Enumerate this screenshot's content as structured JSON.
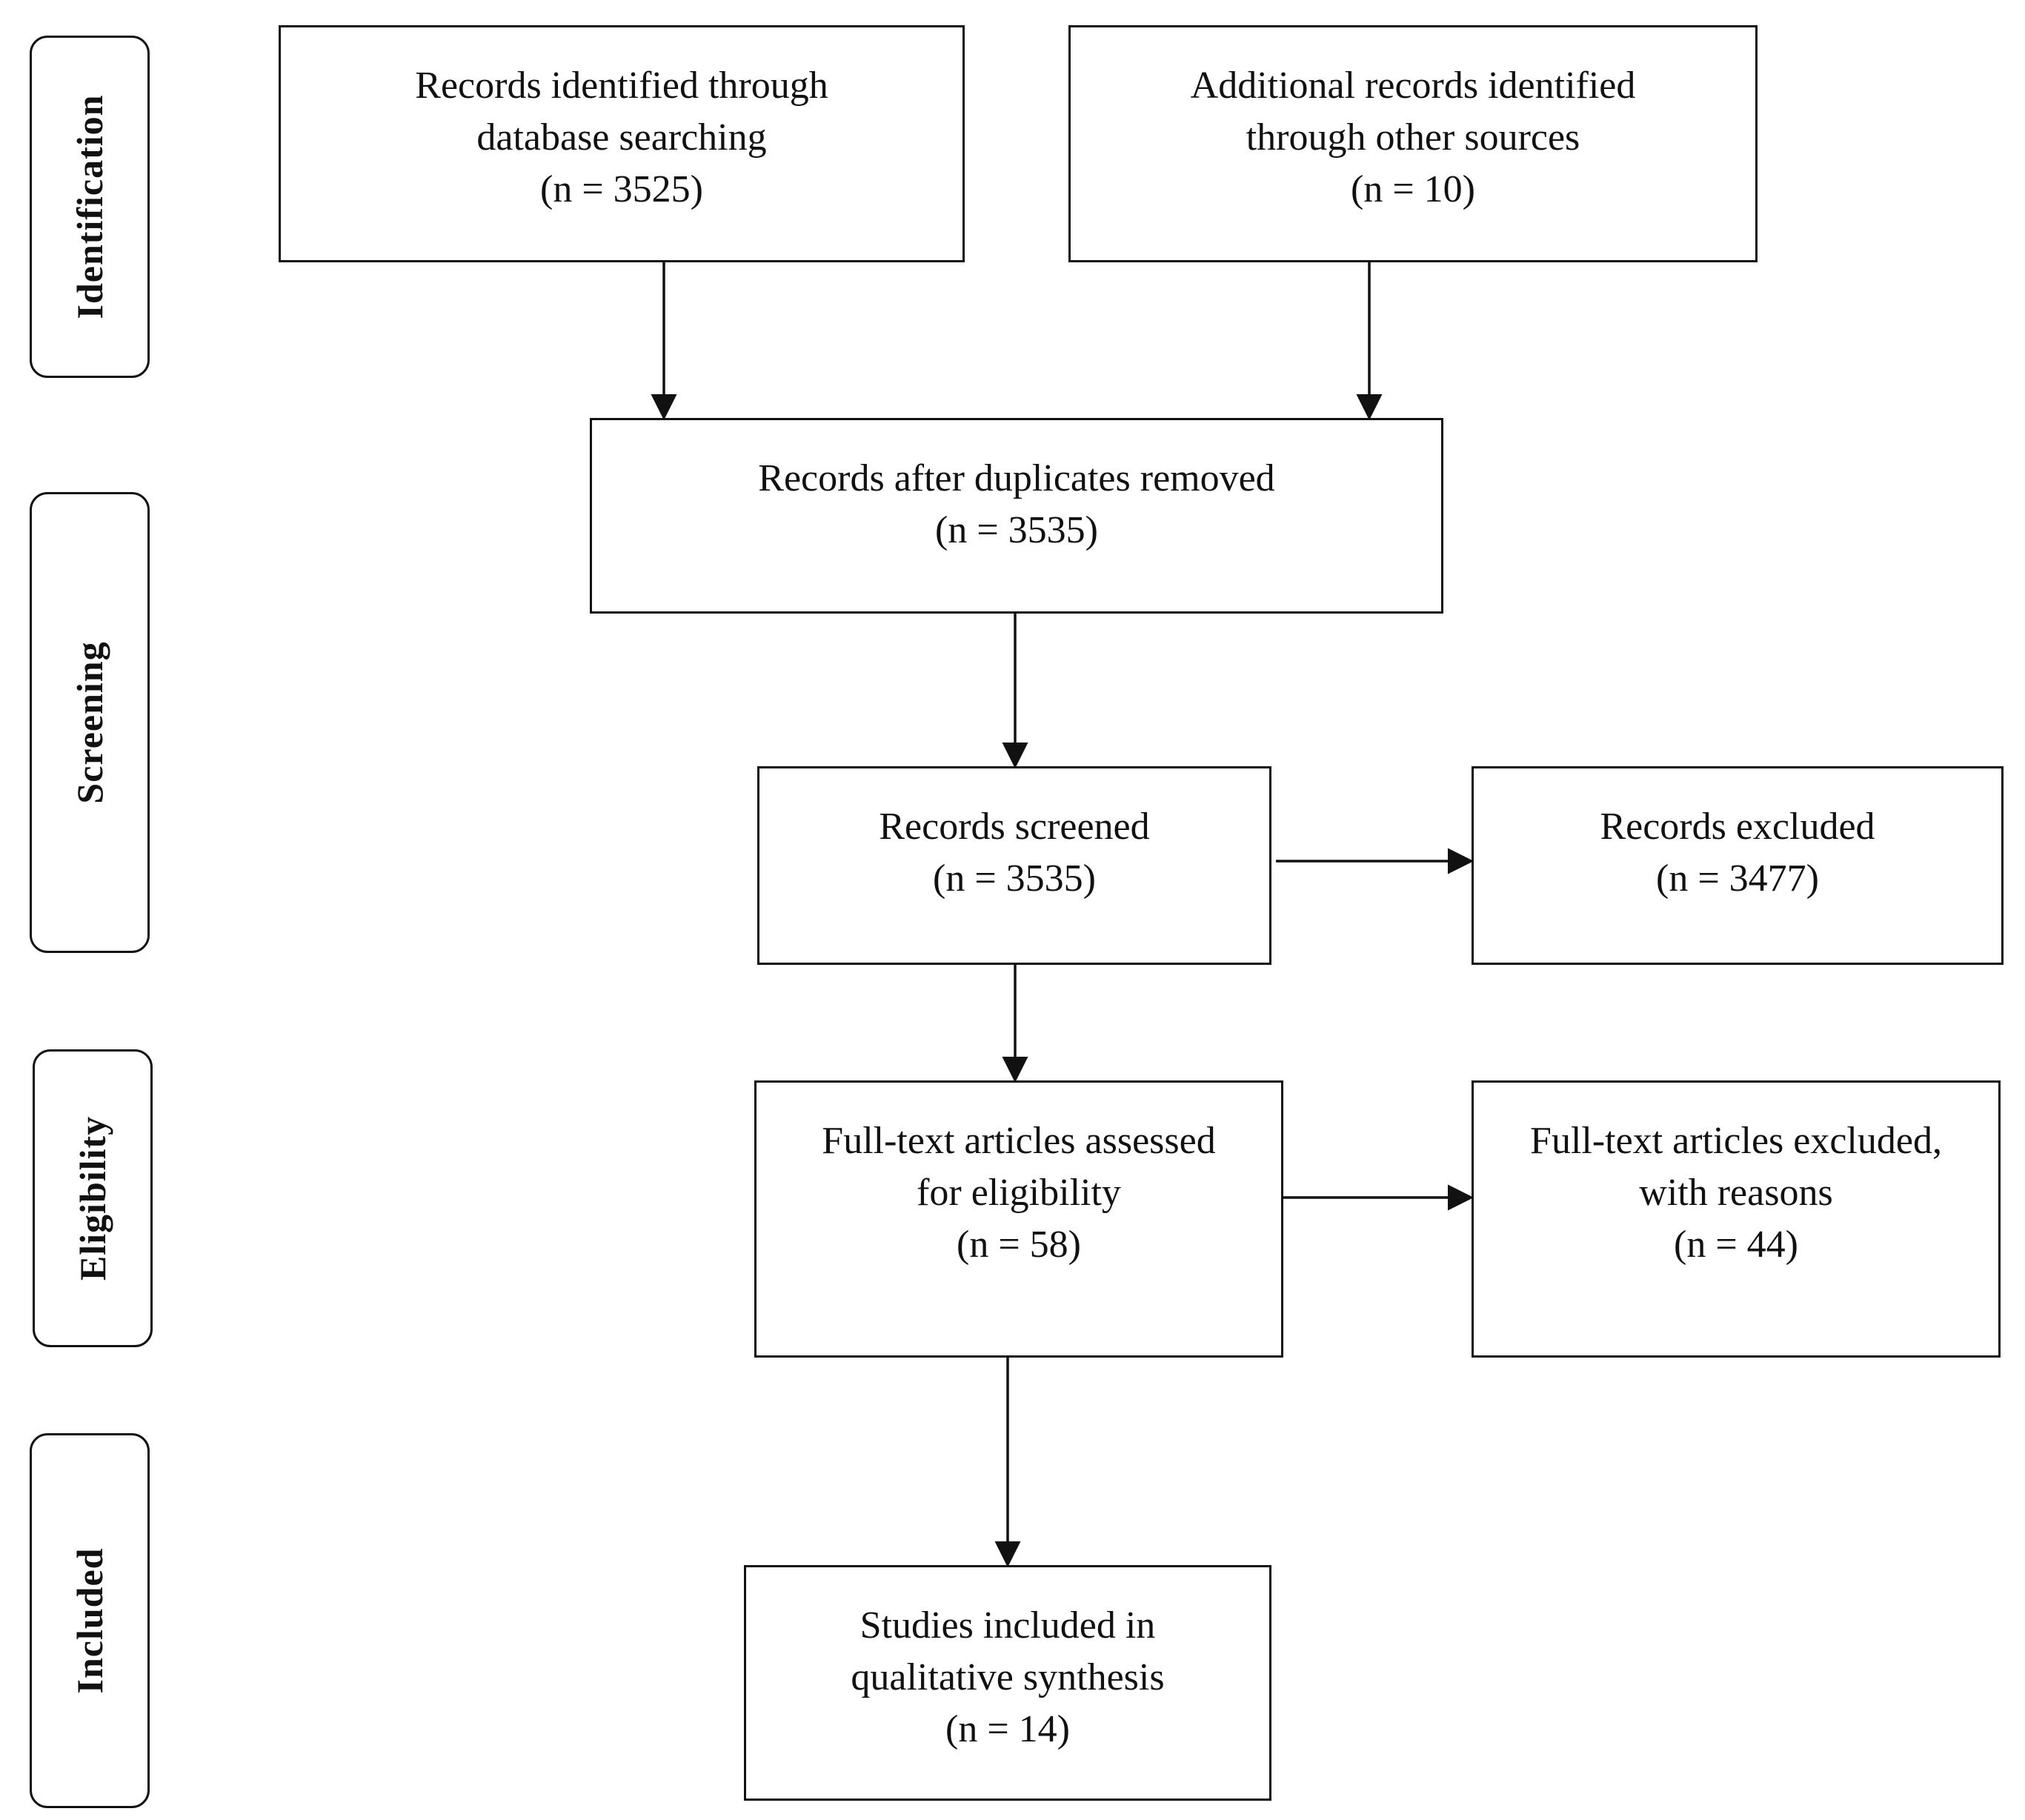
{
  "stages": {
    "identification": "Identification",
    "screening": "Screening",
    "eligibility": "Eligibility",
    "included": "Included"
  },
  "boxes": {
    "database": {
      "line1": "Records identified  through",
      "line2": "database  searching",
      "count": "(n = 3525)"
    },
    "other_sources": {
      "line1": "Additional  records identified",
      "line2": "through  other  sources",
      "count": "(n = 10)"
    },
    "duplicates_removed": {
      "line1": "Records after  duplicates  removed",
      "count": "(n = 3535)"
    },
    "screened": {
      "line1": "Records screened",
      "count": "(n = 3535)"
    },
    "excluded": {
      "line1": "Records excluded",
      "count": "(n = 3477)"
    },
    "fulltext_assessed": {
      "line1": "Full-text  articles  assessed",
      "line2": "for eligibility",
      "count": "(n = 58)"
    },
    "fulltext_excluded": {
      "line1": "Full-text  articles  excluded,",
      "line2": "with reasons",
      "count": "(n = 44)"
    },
    "included": {
      "line1": "Studies included  in",
      "line2": "qualitative  synthesis",
      "count": "(n = 14)"
    }
  }
}
